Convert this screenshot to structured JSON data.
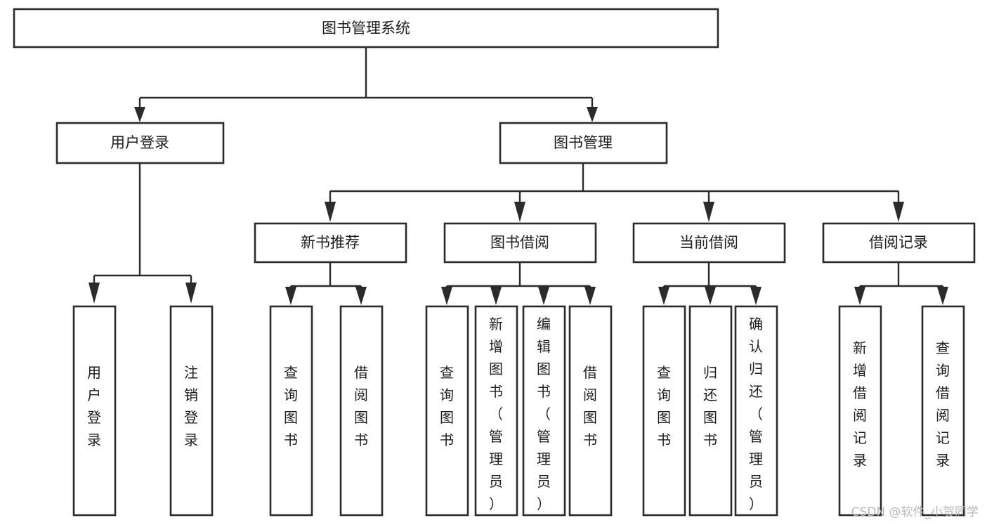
{
  "diagram": {
    "type": "tree-hierarchy",
    "title": "图书管理系统",
    "orientation": "top-down",
    "colors": {
      "box_stroke": "#2b2b2b",
      "box_fill": "#ffffff",
      "text": "#1c1c1c",
      "background": "#ffffff",
      "watermark": "#b9b9b9"
    },
    "levels": [
      {
        "level": 1,
        "nodes": [
          {
            "id": "root",
            "label": "图书管理系统",
            "orientation": "horizontal"
          }
        ]
      },
      {
        "level": 2,
        "nodes": [
          {
            "id": "user-login",
            "label": "用户登录",
            "orientation": "horizontal",
            "parent": "root"
          },
          {
            "id": "book-manage",
            "label": "图书管理",
            "orientation": "horizontal",
            "parent": "root"
          }
        ]
      },
      {
        "level": 3,
        "nodes": [
          {
            "id": "new-book-rec",
            "label": "新书推荐",
            "orientation": "horizontal",
            "parent": "book-manage"
          },
          {
            "id": "book-borrow",
            "label": "图书借阅",
            "orientation": "horizontal",
            "parent": "book-manage"
          },
          {
            "id": "current-borrow",
            "label": "当前借阅",
            "orientation": "horizontal",
            "parent": "book-manage"
          },
          {
            "id": "borrow-record",
            "label": "借阅记录",
            "orientation": "horizontal",
            "parent": "book-manage"
          }
        ]
      },
      {
        "level": 4,
        "nodes": [
          {
            "id": "leaf-user-login",
            "label": "用户登录",
            "orientation": "vertical",
            "parent": "user-login"
          },
          {
            "id": "leaf-logout",
            "label": "注销登录",
            "orientation": "vertical",
            "parent": "user-login"
          },
          {
            "id": "leaf-query-book-1",
            "label": "查询图书",
            "orientation": "vertical",
            "parent": "new-book-rec"
          },
          {
            "id": "leaf-borrow-book-1",
            "label": "借阅图书",
            "orientation": "vertical",
            "parent": "new-book-rec"
          },
          {
            "id": "leaf-query-book-2",
            "label": "查询图书",
            "orientation": "vertical",
            "parent": "book-borrow"
          },
          {
            "id": "leaf-add-book",
            "label": "新增图书（管理员）",
            "orientation": "vertical",
            "parent": "book-borrow"
          },
          {
            "id": "leaf-edit-book",
            "label": "编辑图书（管理员）",
            "orientation": "vertical",
            "parent": "book-borrow"
          },
          {
            "id": "leaf-borrow-book-2",
            "label": "借阅图书",
            "orientation": "vertical",
            "parent": "book-borrow"
          },
          {
            "id": "leaf-query-book-3",
            "label": "查询图书",
            "orientation": "vertical",
            "parent": "current-borrow"
          },
          {
            "id": "leaf-return-book",
            "label": "归还图书",
            "orientation": "vertical",
            "parent": "current-borrow"
          },
          {
            "id": "leaf-confirm-return",
            "label": "确认归还（管理员）",
            "orientation": "vertical",
            "parent": "current-borrow"
          },
          {
            "id": "leaf-add-record",
            "label": "新增借阅记录",
            "orientation": "vertical",
            "parent": "borrow-record"
          },
          {
            "id": "leaf-query-record",
            "label": "查询借阅记录",
            "orientation": "vertical",
            "parent": "borrow-record"
          }
        ]
      }
    ]
  },
  "watermark": {
    "label": "CSDN @软件_小贺同学"
  }
}
